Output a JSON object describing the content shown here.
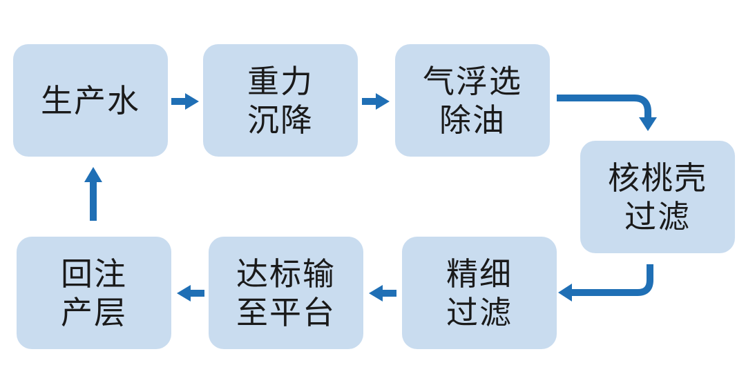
{
  "nodes": [
    {
      "id": "produced-water",
      "lines": [
        "生产水"
      ]
    },
    {
      "id": "gravity-settling",
      "lines": [
        "重力",
        "沉降"
      ]
    },
    {
      "id": "air-flotation",
      "lines": [
        "气浮选",
        "除油"
      ]
    },
    {
      "id": "walnut-shell-filter",
      "lines": [
        "核桃壳",
        "过滤"
      ]
    },
    {
      "id": "fine-filter",
      "lines": [
        "精细",
        "过滤"
      ]
    },
    {
      "id": "transport-platform",
      "lines": [
        "达标输",
        "至平台"
      ]
    },
    {
      "id": "reinjection",
      "lines": [
        "回注",
        "产层"
      ]
    }
  ],
  "colors": {
    "box": "#c9dcef",
    "arrow": "#1f6fb5",
    "text": "#1a1a1a"
  }
}
